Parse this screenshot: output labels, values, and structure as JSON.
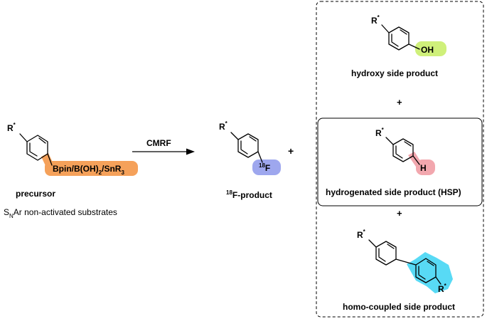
{
  "precursor": {
    "r_group": "R",
    "r_star": "*",
    "leaving_group_prefix": "Bpin/B(OH)",
    "leaving_group_sub1": "2",
    "leaving_group_mid": "/SnR",
    "leaving_group_sub2": "3",
    "label": "precursor",
    "note_prefix": "S",
    "note_sub": "N",
    "note_suffix": "Ar non-activated substrates",
    "highlight_color": "#F5A15A"
  },
  "reaction": {
    "arrow_label": "CMRF",
    "plus": "+"
  },
  "product": {
    "r_group": "R",
    "r_star": "*",
    "isotope": "18",
    "atom": "F",
    "label_sup": "18",
    "label_text": "F-product",
    "highlight_color": "#9EA7EE"
  },
  "side_products": {
    "hydroxy": {
      "r_group": "R",
      "r_star": "*",
      "atom": "OH",
      "label": "hydroxy side product",
      "highlight_color": "#CFF07A"
    },
    "plus_1": "+",
    "hydrogenated": {
      "r_group": "R",
      "r_star": "*",
      "atom": "H",
      "label": "hydrogenated side product (HSP)",
      "highlight_color": "#F2A7AE"
    },
    "plus_2": "+",
    "homocoupled": {
      "r_group": "R",
      "r_star": "*",
      "r_group_2": "R",
      "r_star_2": "*",
      "label": "homo-coupled side product",
      "highlight_color": "#4FD8F4"
    }
  }
}
